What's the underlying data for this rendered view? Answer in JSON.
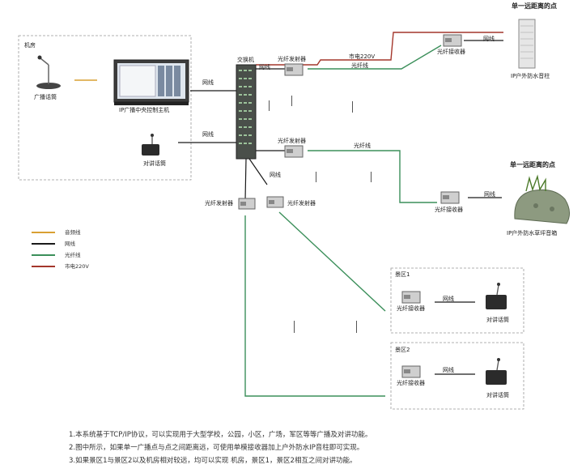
{
  "header": {
    "point_top": "单一远距离的点",
    "point_mid": "单一远距离的点"
  },
  "machine_room": {
    "title": "机房",
    "mic_label": "广播话筒",
    "host_label": "IP广播中央控制主机",
    "talk_label": "对讲话筒"
  },
  "labels": {
    "switch": "交换机",
    "network": "网线",
    "fiber_line": "光纤线",
    "power_220": "市电220V",
    "fiber_tx": "光纤发射器",
    "fiber_rx": "光纤接收器",
    "column_speaker": "IP户外防水音柱",
    "lawn_speaker": "IP户外防水草坪音箱"
  },
  "zones": [
    {
      "title": "景区1",
      "rx_label": "光纤接收器",
      "net_label": "网线",
      "talk_label": "对讲话筒"
    },
    {
      "title": "景区2",
      "rx_label": "光纤接收器",
      "net_label": "网线",
      "talk_label": "对讲话筒"
    }
  ],
  "legend": [
    {
      "label": "音频线",
      "color": "#d9a032"
    },
    {
      "label": "网线",
      "color": "#1a1a1a"
    },
    {
      "label": "光纤线",
      "color": "#3b8f5a"
    },
    {
      "label": "市电220V",
      "color": "#a4362b"
    }
  ],
  "notes": [
    "1.本系统基于TCP/IP协议，可以实现用于大型学校，公园，小区，广场，军区等等广播及对讲功能。",
    "2.图中所示，如果单一广播点与点之间距离远，可使用单模接收器加上户外防水IP音柱即可实现。",
    "3.如果景区1与景区2以及机房相对较远，均可以实现 机房，景区1，景区2相互之间对讲功能。"
  ],
  "colors": {
    "audio": "#d9a032",
    "network": "#1a1a1a",
    "fiber": "#3b8f5a",
    "power": "#a4362b"
  }
}
